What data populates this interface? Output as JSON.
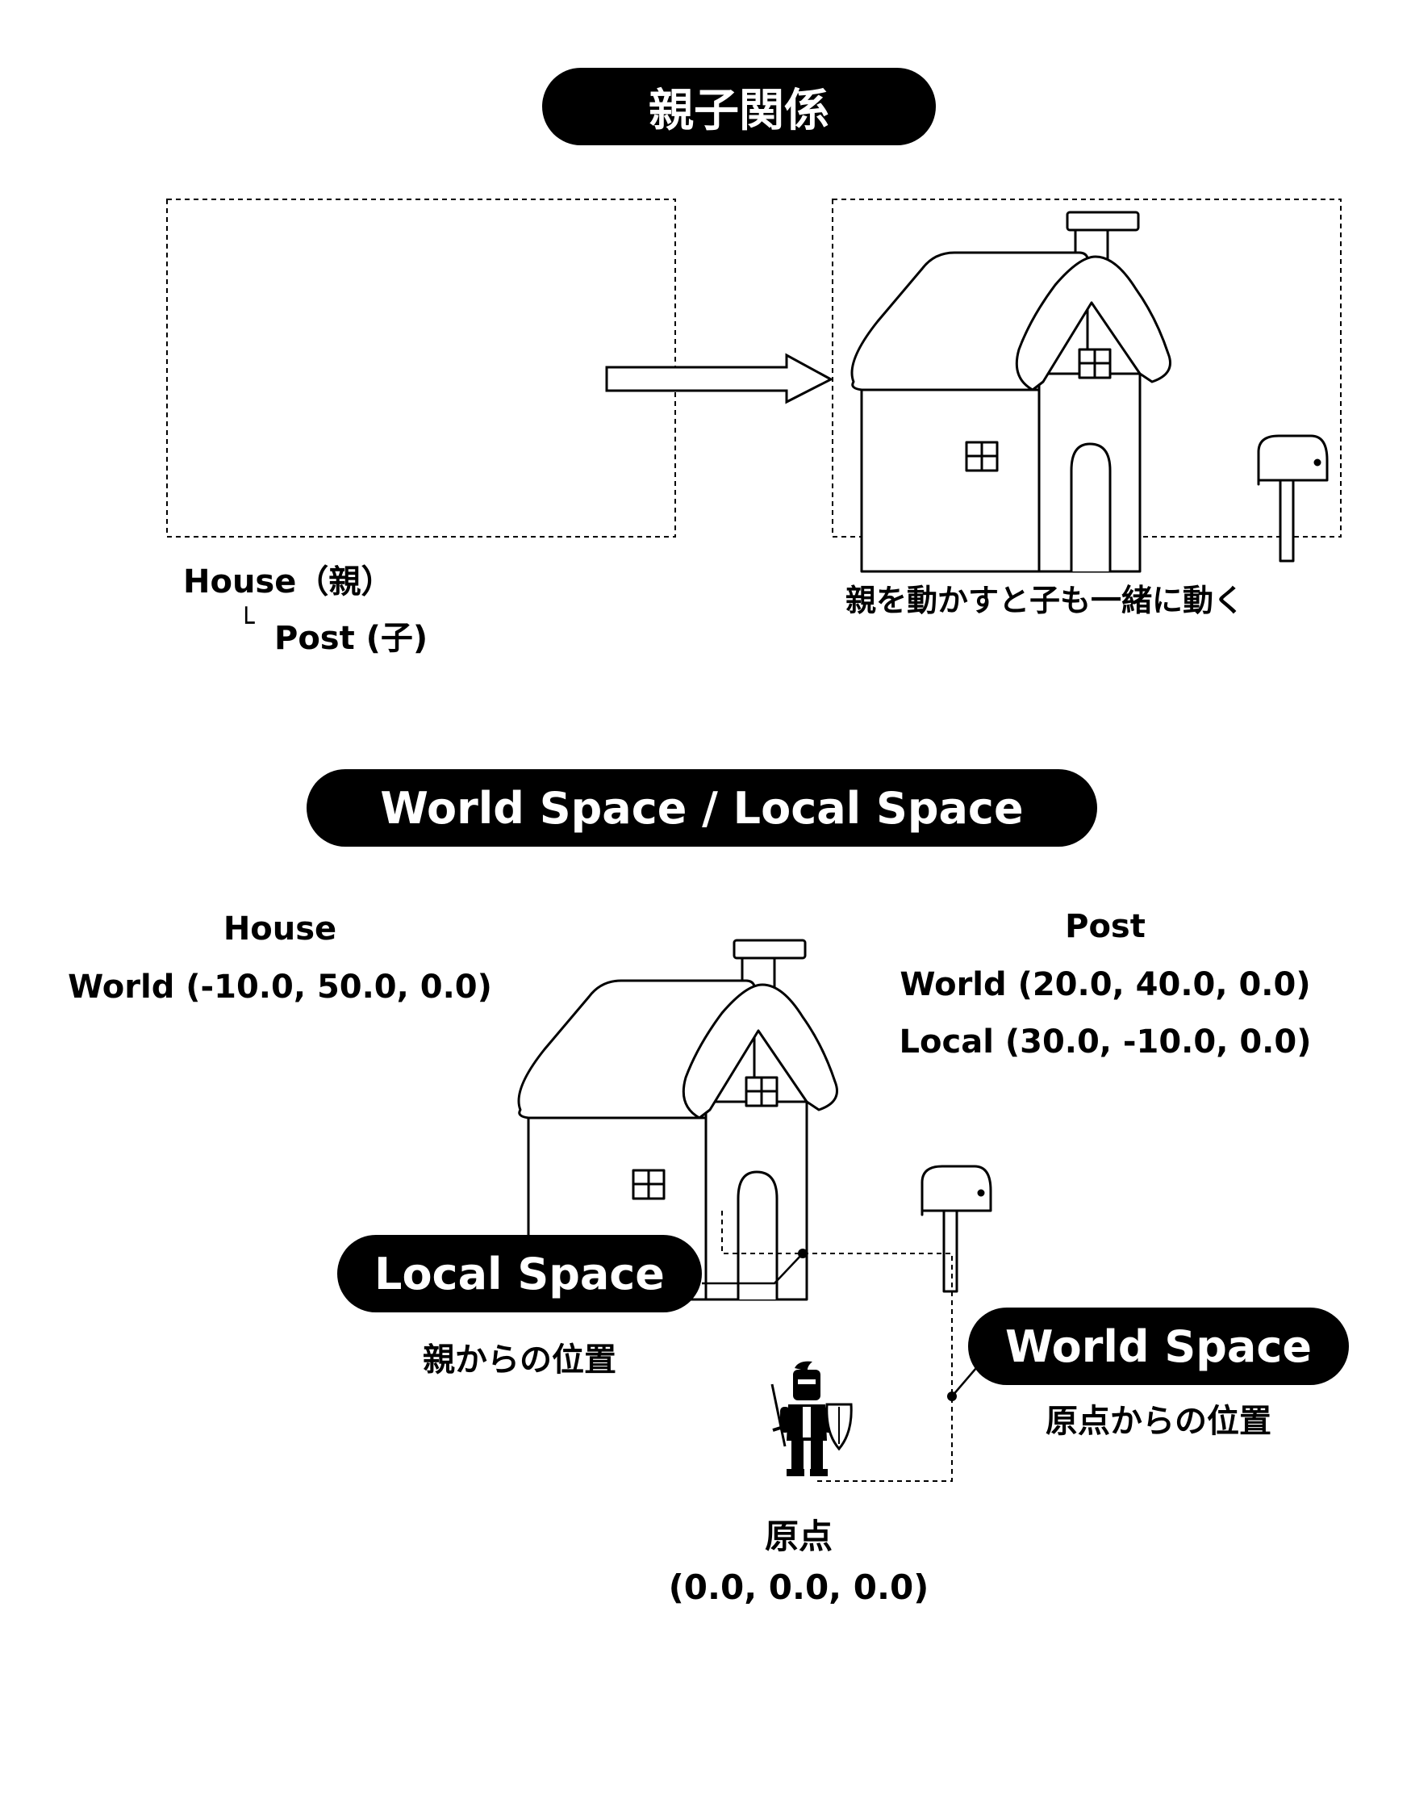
{
  "section1": {
    "title": "親子関係",
    "hierarchy_parent": "House（親）",
    "hierarchy_child": "Post (子)",
    "hierarchy_branch_glyph": "└",
    "caption": "親を動かすと子も一緒に動く"
  },
  "section2": {
    "title": "World Space / Local Space",
    "house_label": "House",
    "house_world": "World (-10.0, 50.0, 0.0)",
    "post_label": "Post",
    "post_world": "World (20.0, 40.0, 0.0)",
    "post_local": "Local (30.0, -10.0, 0.0)",
    "local_space_label": "Local Space",
    "local_space_caption": "親からの位置",
    "world_space_label": "World Space",
    "world_space_caption": "原点からの位置",
    "origin_label": "原点",
    "origin_coords": "(0.0, 0.0, 0.0)"
  },
  "colors": {
    "ink": "#000000",
    "background": "#ffffff"
  },
  "icons": [
    "house-icon",
    "mailbox-icon",
    "knight-icon",
    "arrow-right-icon"
  ]
}
